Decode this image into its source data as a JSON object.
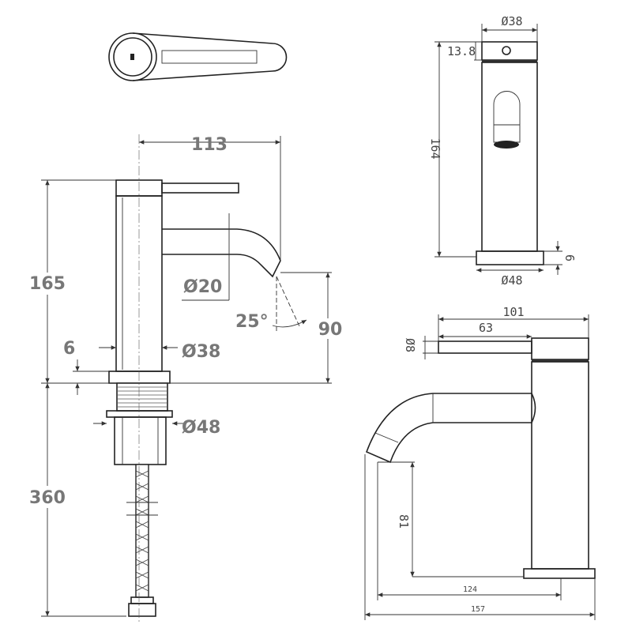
{
  "drawing": {
    "left_view": {
      "reach": "113",
      "height": "165",
      "spout_diameter": "Ø20",
      "spout_angle": "25°",
      "spout_height": "90",
      "base_thickness": "6",
      "body_diameter": "Ø38",
      "base_diameter": "Ø48",
      "hose_length": "360"
    },
    "right_front_view": {
      "body_diameter": "Ø38",
      "cap_height": "13.8",
      "height": "164",
      "base_thickness": "6",
      "base_diameter": "Ø48"
    },
    "right_side_view": {
      "handle_reach": "101",
      "lever_length": "63",
      "lever_diameter": "Ø8",
      "spout_clearance": "81",
      "spout_reach": "124",
      "total_depth": "157"
    }
  }
}
